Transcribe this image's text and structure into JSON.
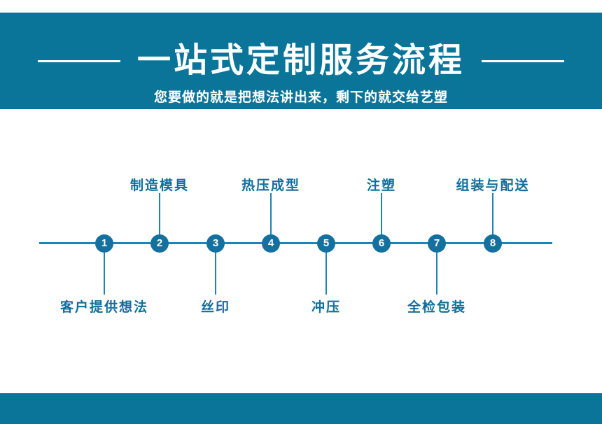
{
  "colors": {
    "banner": "#0a7499",
    "accent_dark": "#14719f",
    "accent_light": "#1e85b2",
    "label": "#0f6f9c",
    "on_banner": "#ffffff"
  },
  "header": {
    "title": "一站式定制服务流程",
    "subtitle": "您要做的就是把想法讲出来，剩下的就交给艺塑"
  },
  "timeline": {
    "steps": [
      {
        "number": "1",
        "label": "客户提供想法",
        "label_position": "below"
      },
      {
        "number": "2",
        "label": "制造模具",
        "label_position": "above"
      },
      {
        "number": "3",
        "label": "丝印",
        "label_position": "below"
      },
      {
        "number": "4",
        "label": "热压成型",
        "label_position": "above"
      },
      {
        "number": "5",
        "label": "冲压",
        "label_position": "below"
      },
      {
        "number": "6",
        "label": "注塑",
        "label_position": "above"
      },
      {
        "number": "7",
        "label": "全检包装",
        "label_position": "below"
      },
      {
        "number": "8",
        "label": "组装与配送",
        "label_position": "above"
      }
    ]
  }
}
